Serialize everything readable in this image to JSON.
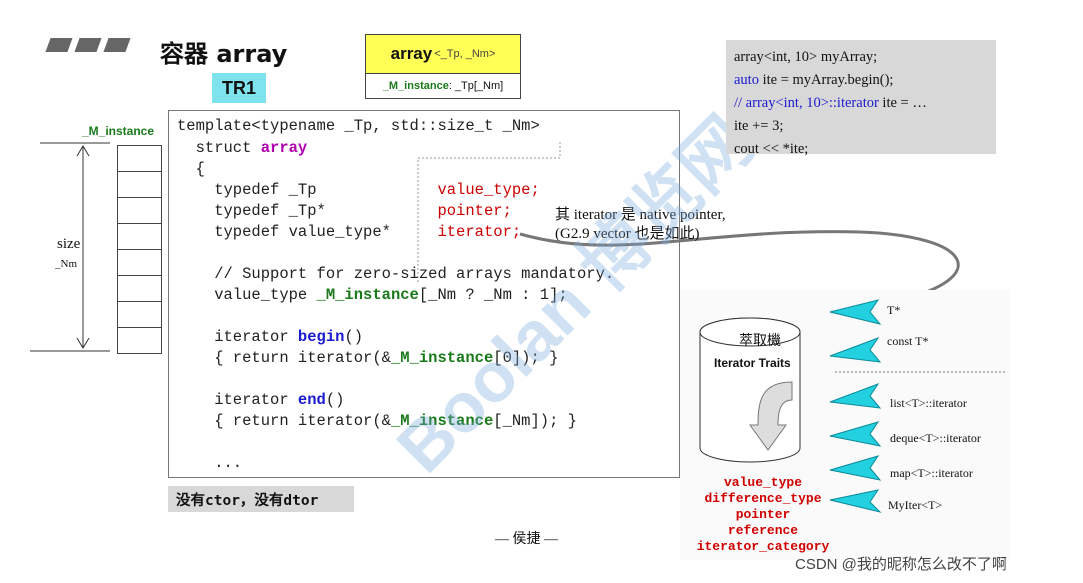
{
  "header": {
    "title": "容器 array",
    "badge": "TR1"
  },
  "array_box": {
    "name": "array",
    "params": "<_Tp, _Nm>",
    "member": "_M_instance",
    "member_type": " : _Tp[_Nm]"
  },
  "diagram": {
    "member_label": "_M_instance",
    "size_label": "size",
    "nm_label": "_Nm"
  },
  "code": {
    "l1": "template<typename _Tp, std::size_t _Nm>",
    "l2a": "  struct ",
    "l2b": "array",
    "l3": "  {",
    "l4a": "    typedef _Tp             ",
    "l4b": "value_type;",
    "l5a": "    typedef _Tp*            ",
    "l5b": "pointer;",
    "l6a": "    typedef value_type*     ",
    "l6b": "iterator;",
    "l7": "    // Support for zero-sized arrays mandatory.",
    "l8a": "    value_type ",
    "l8b": "_M_instance",
    "l8c": "[_Nm ? _Nm : 1];",
    "l9a": "    iterator ",
    "l9b": "begin",
    "l9c": "()",
    "l10a": "    { return iterator(&",
    "l10b": "_M_instance",
    "l10c": "[0]); }",
    "l11a": "    iterator ",
    "l11b": "end",
    "l11c": "()",
    "l12a": "    { return iterator(&",
    "l12b": "_M_instance",
    "l12c": "[_Nm]); }",
    "l13": "    ..."
  },
  "remark": {
    "line1": "其 iterator 是 native pointer,",
    "line2": "(G2.9 vector 也是如此)"
  },
  "note": "没有ctor，没有dtor",
  "example": {
    "l1": "array<int, 10> myArray;",
    "l2a": "auto",
    "l2b": " ite = myArray.begin();",
    "l3a": "   // array<int, 10>::iterator",
    "l3b": " ite = …",
    "l4": "ite += 3;",
    "l5": "cout << *ite;"
  },
  "traits": {
    "cn": "萃取機",
    "en": "Iterator Traits",
    "arrows": [
      "T*",
      "const T*",
      "list<T>::iterator",
      "deque<T>::iterator",
      "map<T>::iterator",
      "MyIter<T>"
    ],
    "outputs": [
      "value_type",
      "difference_type",
      "pointer",
      "reference",
      "iterator_category"
    ]
  },
  "footer": {
    "author": "— 侯捷 —",
    "credit": "CSDN @我的昵称怎么改不了啊"
  },
  "watermark": "Boolan 博览网"
}
